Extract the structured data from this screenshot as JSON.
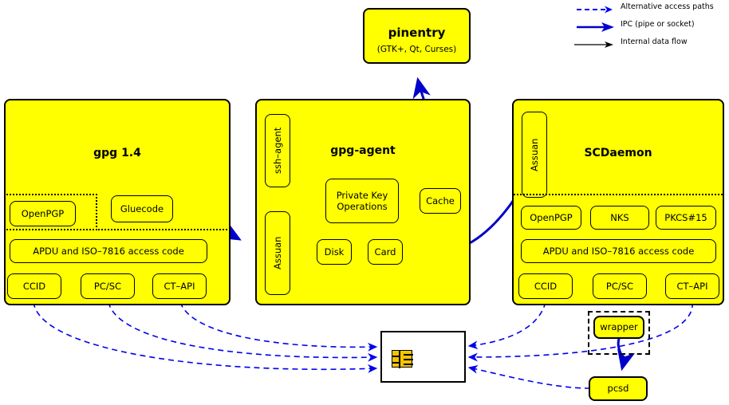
{
  "legend": {
    "items": [
      {
        "label": "Alternative access paths",
        "style": "dashed-blue",
        "icon": "dashed-arrow-icon"
      },
      {
        "label": "IPC (pipe or socket)",
        "style": "solid-blue-thick",
        "icon": "thick-arrow-icon"
      },
      {
        "label": "Internal data flow",
        "style": "solid-black-thin",
        "icon": "thin-arrow-icon"
      }
    ]
  },
  "colors": {
    "panel_fill": "#ffff00",
    "ipc_blue": "#0000cc",
    "alt_path_blue": "#0000ee",
    "internal_black": "#000000",
    "card_fill": "#ffffff",
    "chip_gold": "#f5c400"
  },
  "pinentry": {
    "title": "pinentry",
    "subtitle": "(GTK+, Qt, Curses)"
  },
  "gpg": {
    "title": "gpg 1.4",
    "nodes": {
      "openpgp": "OpenPGP",
      "gluecode": "Gluecode",
      "apdu": "APDU and ISO–7816 access code",
      "ccid": "CCID",
      "pcsc": "PC/SC",
      "ctapi": "CT–API"
    }
  },
  "gpg_agent": {
    "title": "gpg-agent",
    "nodes": {
      "ssh_agent": "ssh–agent",
      "assuan": "Assuan",
      "private_key_line1": "Private Key",
      "private_key_line2": "Operations",
      "cache": "Cache",
      "disk": "Disk",
      "card": "Card"
    }
  },
  "scdaemon": {
    "title": "SCDaemon",
    "nodes": {
      "assuan": "Assuan",
      "openpgp": "OpenPGP",
      "nks": "NKS",
      "pkcs15": "PKCS#15",
      "apdu": "APDU and ISO–7816 access code",
      "ccid": "CCID",
      "pcsc": "PC/SC",
      "ctapi": "CT–API"
    }
  },
  "bottom": {
    "wrapper": "wrapper",
    "pcsd": "pcsd",
    "smartcard": "smartcard"
  }
}
